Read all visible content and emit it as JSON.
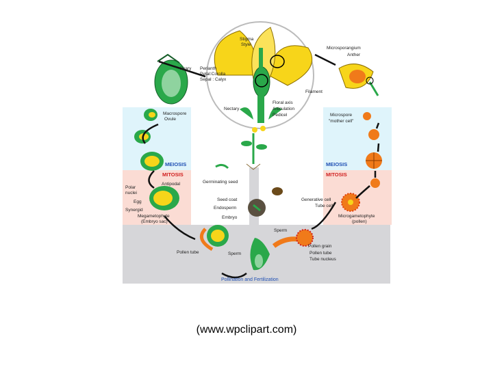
{
  "diagram": {
    "stages": {
      "meiosis_left": "MEIOSIS",
      "meiosis_right": "MEIOSIS",
      "mitosis_left": "MITOSIS",
      "mitosis_right": "MITOSIS",
      "fertilization": "Pollination and Fertilization"
    },
    "flower_labels": {
      "stigma": "Stigma",
      "style": "Style",
      "microsporangium": "Microsporangium",
      "anther": "Anther",
      "ovary": "Ovary",
      "perianth": "Perianth",
      "petal_corolla": "Petal:Corolla",
      "sepal_calyx": "Sepal : Calyx",
      "filament": "Filament",
      "floral_axis": "Floral axis",
      "articulation": "Articulation",
      "pedicel": "Pedicel",
      "nectary": "Nectary"
    },
    "female_labels": {
      "macrospore": "Macrospore",
      "ovule": "Ovule",
      "antipodal": "Antipodal",
      "polar": "Polar",
      "nuclei": "nuclei",
      "egg": "Egg",
      "synergid": "Synergid",
      "megametophyte": "Megametophyte",
      "embryo_sac": "(Embryo sac)"
    },
    "male_labels": {
      "microspore": "Microspore",
      "mother_cell": "\"mother cell\"",
      "generative_cell": "Generative cell",
      "tube_cell": "Tube cell",
      "microgametophyte": "Microgametophyte",
      "pollen": "(pollen)"
    },
    "seed_labels": {
      "germinating_seed": "Germinating seed",
      "seed_coat": "Seed coat",
      "endosperm": "Endosperm",
      "embryo": "Embryo"
    },
    "fertilization_labels": {
      "pollen_tube_left": "Pollen tube",
      "sperm_left": "Sperm",
      "sperm_top": "Sperm",
      "pollen_grain": "Pollen grain",
      "pollen_tube_right": "Pollen tube",
      "tube_nucleus": "Tube nucleus"
    }
  },
  "caption": "(www.wpclipart.com)",
  "colors": {
    "meiosis_band": "#dff4fb",
    "mitosis_band": "#fbdcd4",
    "fertilization_band": "#d6d6d9",
    "plant_green": "#2aa84a",
    "flower_yellow": "#f7d51a",
    "pollen_orange": "#f07a1a",
    "label_blue": "#1f4fb4",
    "label_red": "#d02020"
  }
}
